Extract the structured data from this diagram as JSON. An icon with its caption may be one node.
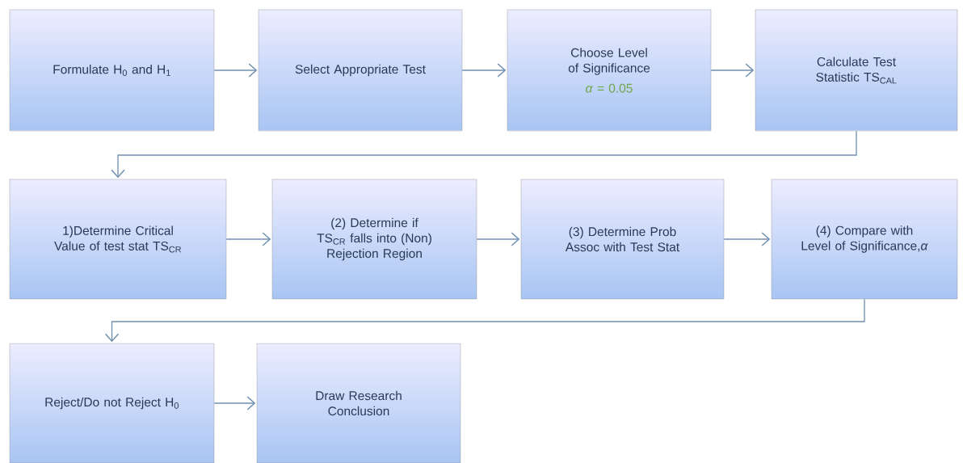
{
  "diagram": {
    "nodes": [
      {
        "text": [
          "Formulate H$_{0}$ and H$_{1}$"
        ]
      },
      {
        "text": [
          "Select Appropriate Test"
        ]
      },
      {
        "text": [
          "Choose  Level of Significance",
          "*α* = 0.05"
        ]
      },
      {
        "text": [
          "Calculate Test Statistic TS$_{CAL}$"
        ]
      },
      {
        "text": [
          "1)Determine Critical Value of test stat TS$_{CR}$"
        ]
      },
      {
        "text": [
          "(2) Determine if TS$_{CR}$ falls into (Non) Rejection Region"
        ]
      },
      {
        "text": [
          "(3) Determine Prob Assoc with Test Stat"
        ]
      },
      {
        "text": [
          "(4) Compare with Level of Significance,*α*"
        ]
      },
      {
        "text": [
          "Reject/Do not Reject H$_{0}$"
        ]
      },
      {
        "text": [
          "Draw  Research Conclusion"
        ]
      }
    ],
    "edges": [
      {
        "from": 0,
        "to": 1,
        "arrow": "to"
      },
      {
        "from": 1,
        "to": 2,
        "arrow": "to"
      },
      {
        "from": 2,
        "to": 3,
        "arrow": "to"
      },
      {
        "from": 3,
        "to": 4,
        "arrow": "to"
      },
      {
        "from": 4,
        "to": 5,
        "arrow": "to"
      },
      {
        "from": 5,
        "to": 6,
        "arrow": "to"
      },
      {
        "from": 6,
        "to": 7,
        "arrow": "to"
      },
      {
        "from": 7,
        "to": 8,
        "arrow": "to"
      },
      {
        "from": 8,
        "to": 9,
        "arrow": "to"
      }
    ]
  }
}
